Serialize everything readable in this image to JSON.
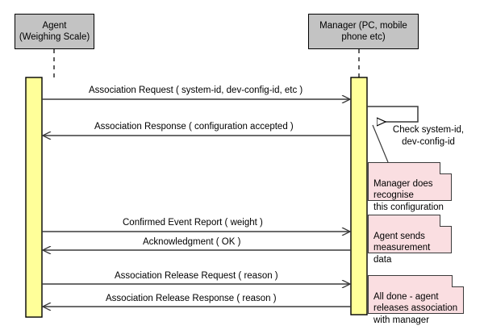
{
  "diagram": {
    "type": "uml-sequence-diagram",
    "background_color": "#ffffff",
    "line_color": "#3a3a3a",
    "participant_fill": "#c3c3c3",
    "activation_fill": "#ffff99",
    "note_fill": "#fadee1"
  },
  "participants": [
    {
      "id": "agent",
      "label_line1": "Agent",
      "label_line2": "(Weighing Scale)"
    },
    {
      "id": "manager",
      "label_line1": "Manager (PC, mobile",
      "label_line2": "phone etc)"
    }
  ],
  "messages": [
    {
      "id": "association-request",
      "label": "Association Request ( system-id, dev-config-id, etc )",
      "direction": "agent-to-manager"
    },
    {
      "id": "association-response",
      "label": "Association Response ( configuration accepted )",
      "direction": "manager-to-agent"
    },
    {
      "id": "confirmed-event-report",
      "label": "Confirmed Event Report ( weight )",
      "direction": "agent-to-manager"
    },
    {
      "id": "acknowledgment",
      "label": "Acknowledgment ( OK )",
      "direction": "manager-to-agent"
    },
    {
      "id": "association-release-request",
      "label": "Association Release Request ( reason )",
      "direction": "agent-to-manager"
    },
    {
      "id": "association-release-response",
      "label": "Association Release Response ( reason )",
      "direction": "manager-to-agent"
    }
  ],
  "self_message": {
    "id": "check-ids",
    "label": "Check system-id,\ndev-config-id",
    "on": "manager"
  },
  "notes": [
    {
      "id": "note-manager-recognise",
      "text": "Manager does\nrecognise\nthis configuration"
    },
    {
      "id": "note-agent-sends",
      "text": "Agent sends\nmeasurement\ndata"
    },
    {
      "id": "note-all-done",
      "text": "All done - agent\nreleases association\nwith manager"
    }
  ]
}
